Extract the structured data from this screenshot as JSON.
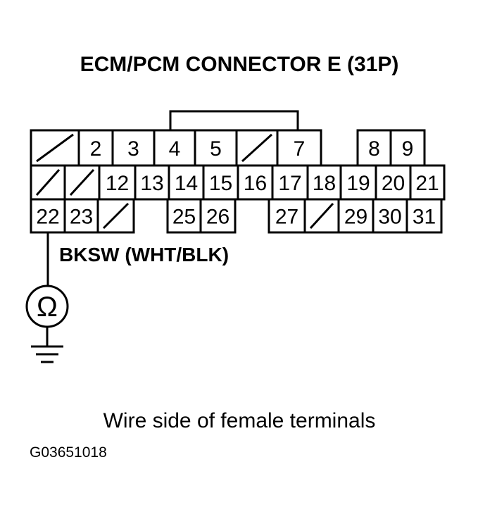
{
  "title": "ECM/PCM CONNECTOR E (31P)",
  "wire_label": "BKSW (WHT/BLK)",
  "meter_symbol": "Ω",
  "caption": "Wire side of female terminals",
  "figure_code": "G03651018",
  "connector": {
    "rows": [
      [
        {
          "label": "",
          "empty": true
        },
        {
          "label": "2"
        },
        {
          "label": "3"
        },
        {
          "label": "4"
        },
        {
          "label": "5"
        },
        {
          "label": "",
          "empty": true
        },
        {
          "label": "7"
        },
        {
          "gap": true
        },
        {
          "label": "8"
        },
        {
          "label": "9"
        }
      ],
      [
        {
          "label": "",
          "empty": true
        },
        {
          "label": "",
          "empty": true
        },
        {
          "label": "12"
        },
        {
          "label": "13"
        },
        {
          "label": "14"
        },
        {
          "label": "15"
        },
        {
          "label": "16"
        },
        {
          "label": "17"
        },
        {
          "label": "18"
        },
        {
          "label": "19"
        },
        {
          "label": "20"
        },
        {
          "label": "21"
        }
      ],
      [
        {
          "label": "22"
        },
        {
          "label": "23"
        },
        {
          "label": "",
          "empty": true
        },
        {
          "gap": true
        },
        {
          "label": "25"
        },
        {
          "label": "26"
        },
        {
          "gap": true
        },
        {
          "label": "27"
        },
        {
          "label": "",
          "empty": true
        },
        {
          "label": "29"
        },
        {
          "label": "30"
        },
        {
          "label": "31"
        }
      ]
    ]
  }
}
